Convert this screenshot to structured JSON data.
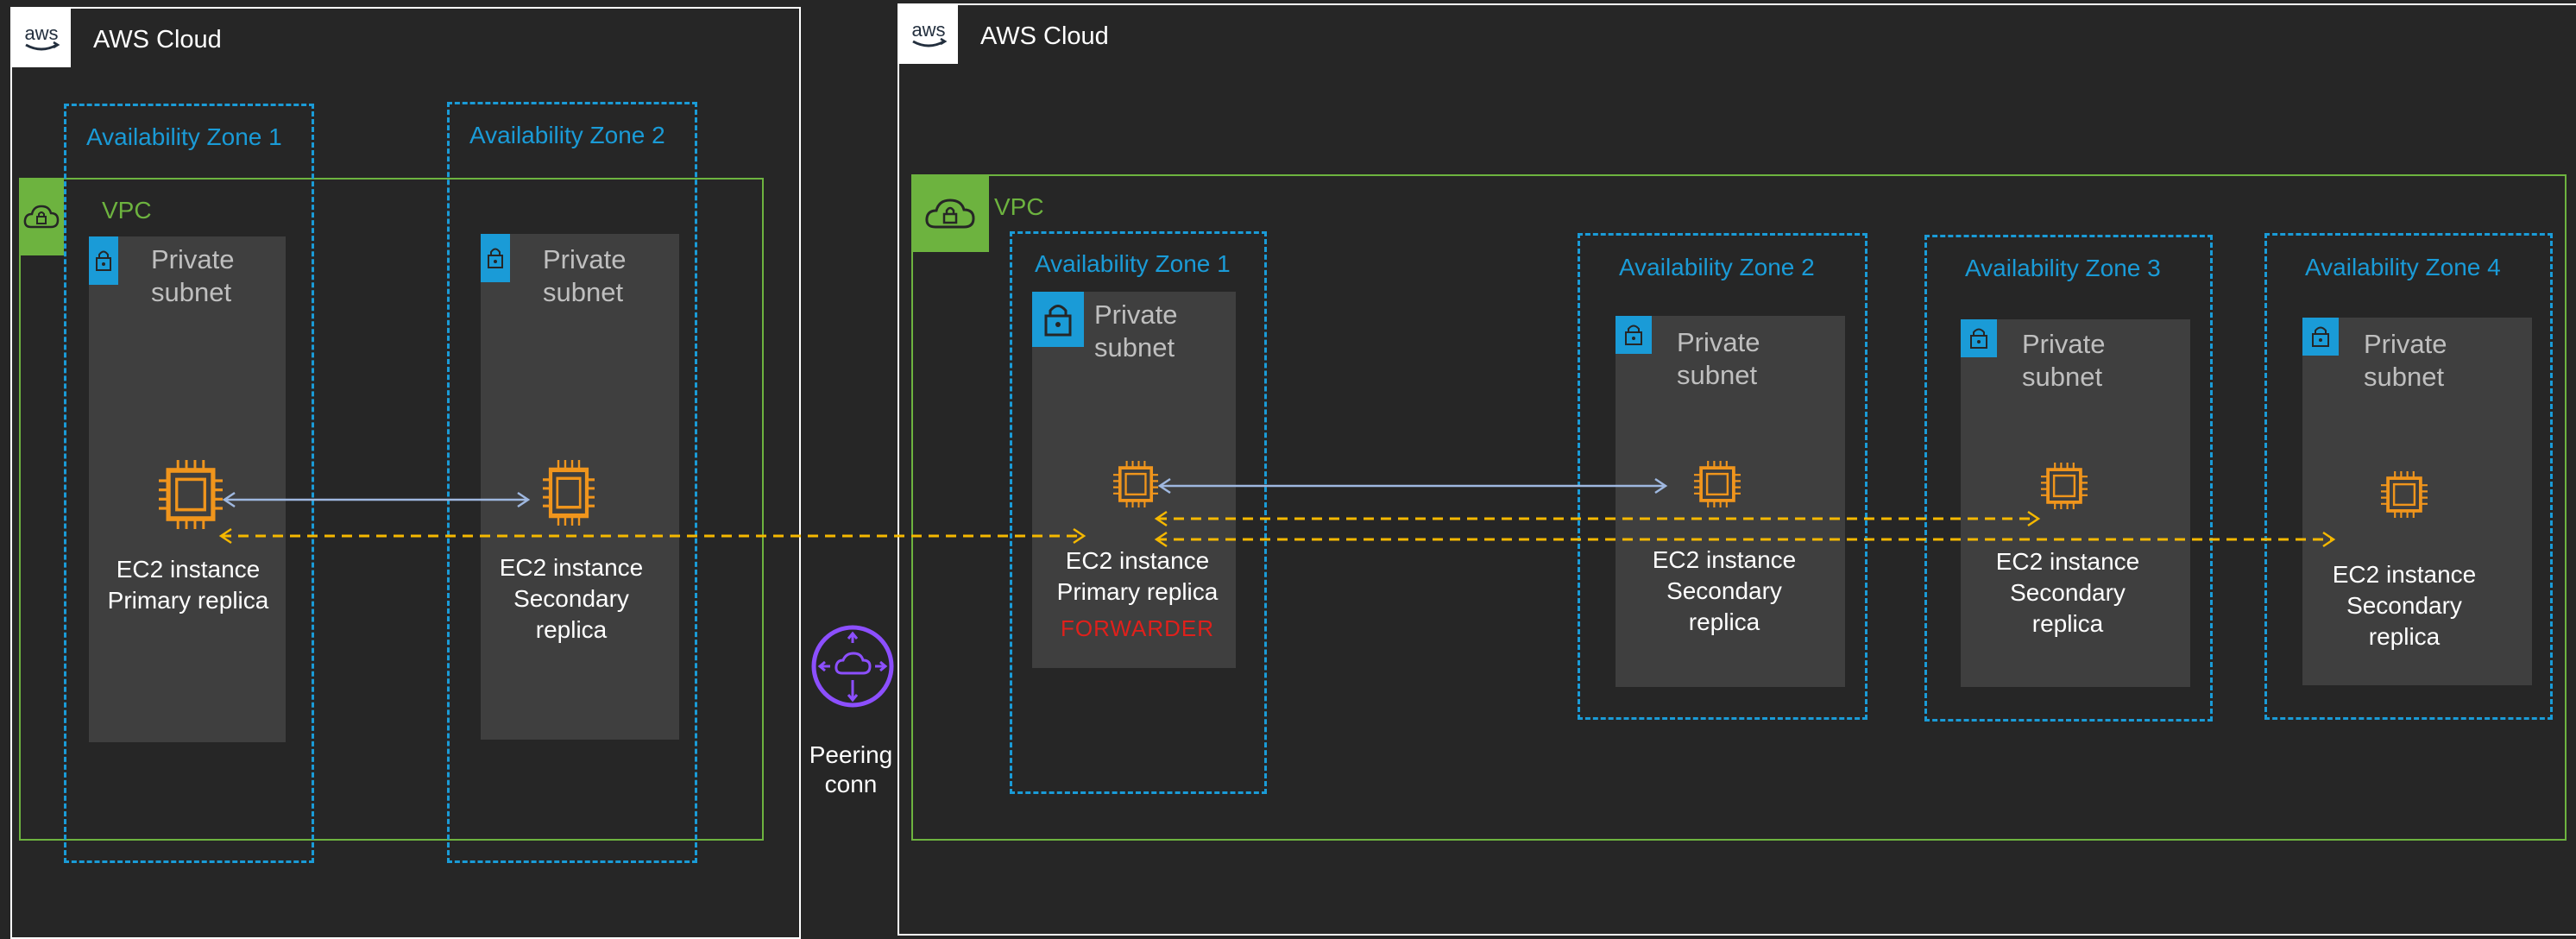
{
  "left_cloud": {
    "logo_text": "aws",
    "label": "AWS Cloud",
    "vpc_label": "VPC",
    "zones": [
      {
        "label": "Availability Zone 1",
        "subnet_label": "Private\nsubnet",
        "instance_label": "EC2 instance\nPrimary replica"
      },
      {
        "label": "Availability Zone 2",
        "subnet_label": "Private\nsubnet",
        "instance_label": "EC2 instance\nSecondary\nreplica"
      }
    ]
  },
  "peering": {
    "label": "Peering\nconn",
    "icon": "peering-connection-icon"
  },
  "right_cloud": {
    "logo_text": "aws",
    "label": "AWS Cloud",
    "vpc_label": "VPC",
    "zones": [
      {
        "label": "Availability Zone 1",
        "subnet_label": "Private\nsubnet",
        "instance_label": "EC2 instance\nPrimary replica",
        "tag": "FORWARDER"
      },
      {
        "label": "Availability Zone 2",
        "subnet_label": "Private\nsubnet",
        "instance_label": "EC2 instance\nSecondary\nreplica"
      },
      {
        "label": "Availability Zone 3",
        "subnet_label": "Private\nsubnet",
        "instance_label": "EC2 instance\nSecondary\nreplica"
      },
      {
        "label": "Availability Zone 4",
        "subnet_label": "Private\nsubnet",
        "instance_label": "EC2 instance\nSecondary\nreplica"
      }
    ]
  },
  "colors": {
    "background": "#262626",
    "vpc": "#6db33f",
    "availability_zone": "#1a9bd7",
    "ec2": "#f0951c",
    "peering": "#8c4fff",
    "forwarder": "#e0201b",
    "sync_arrow": "#9fb8e0",
    "async_arrow": "#f5b800"
  }
}
